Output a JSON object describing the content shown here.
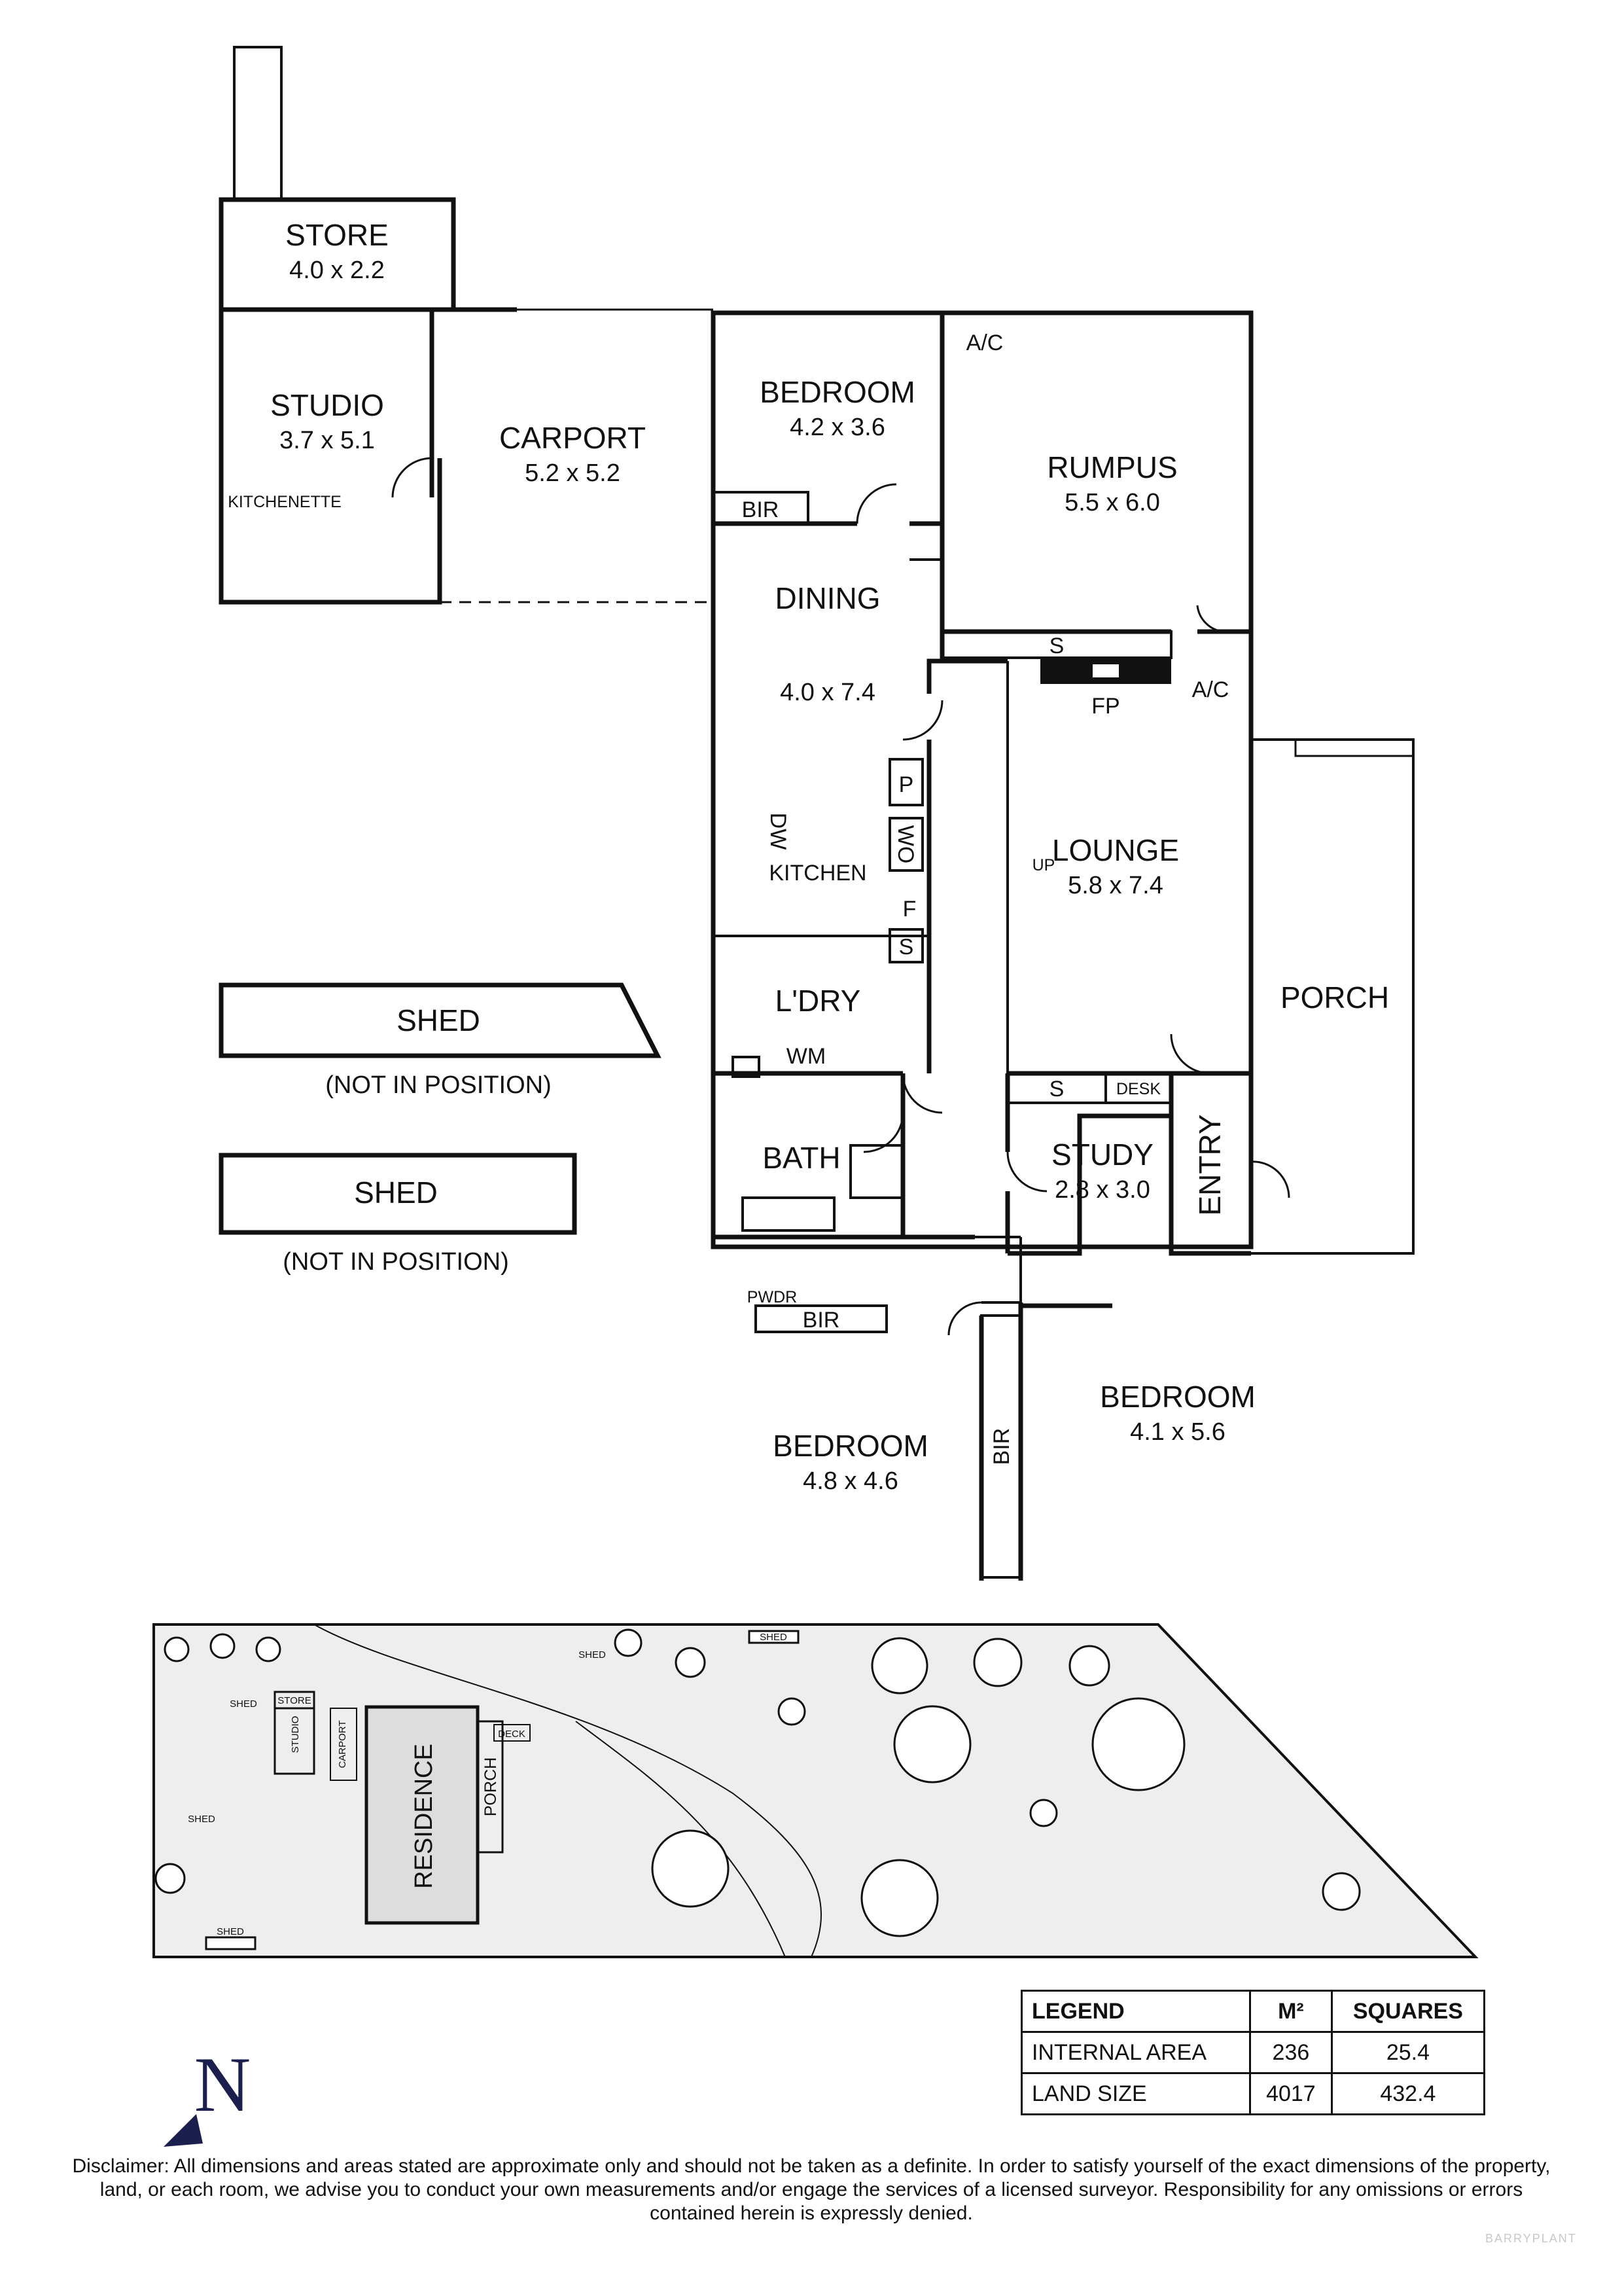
{
  "rooms": {
    "store": {
      "name": "STORE",
      "dim": "4.0 x 2.2"
    },
    "studio": {
      "name": "STUDIO",
      "dim": "3.7 x 5.1"
    },
    "kitchenette": "KITCHENETTE",
    "carport": {
      "name": "CARPORT",
      "dim": "5.2 x 5.2"
    },
    "bedroom1": {
      "name": "BEDROOM",
      "dim": "4.2 x 3.6"
    },
    "rumpus": {
      "name": "RUMPUS",
      "dim": "5.5 x 6.0"
    },
    "dining": {
      "name": "DINING",
      "dim": "4.0 x 7.4"
    },
    "kitchen": "KITCHEN",
    "lounge": {
      "name": "LOUNGE",
      "dim": "5.8 x 7.4"
    },
    "laundry": "L'DRY",
    "bath": "BATH",
    "study": {
      "name": "STUDY",
      "dim": "2.8 x 3.0"
    },
    "entry": "ENTRY",
    "porch": "PORCH",
    "pwdr": "PWDR",
    "bedroom2": {
      "name": "BEDROOM",
      "dim": "4.8 x 4.6"
    },
    "bedroom3": {
      "name": "BEDROOM",
      "dim": "4.1 x 5.6"
    }
  },
  "fixtures": {
    "bir": "BIR",
    "ac": "A/C",
    "s": "S",
    "fp": "FP",
    "p": "P",
    "dw": "DW",
    "wo": "WO",
    "f": "F",
    "wm": "WM",
    "desk": "DESK",
    "up": "UP"
  },
  "sheds": {
    "label": "SHED",
    "note": "(NOT IN POSITION)"
  },
  "site": {
    "residence": "RESIDENCE",
    "porch": "PORCH",
    "carport": "CARPORT",
    "studio": "STUDIO",
    "store": "STORE",
    "deck": "DECK",
    "shed": "SHED"
  },
  "legend": {
    "headers": [
      "LEGEND",
      "M²",
      "SQUARES"
    ],
    "rows": [
      {
        "label": "INTERNAL AREA",
        "m2": "236",
        "squares": "25.4"
      },
      {
        "label": "LAND SIZE",
        "m2": "4017",
        "squares": "432.4"
      }
    ]
  },
  "north": "N",
  "disclaimer": "Disclaimer: All dimensions and areas stated are approximate only and should not be taken as a definite. In order to satisfy yourself of the exact dimensions of the property, land, or each room, we advise you to conduct your own measurements and/or engage the services of a licensed surveyor. Responsibility for any omissions or errors contained herein is expressly denied.",
  "watermark": "BARRYPLANT"
}
